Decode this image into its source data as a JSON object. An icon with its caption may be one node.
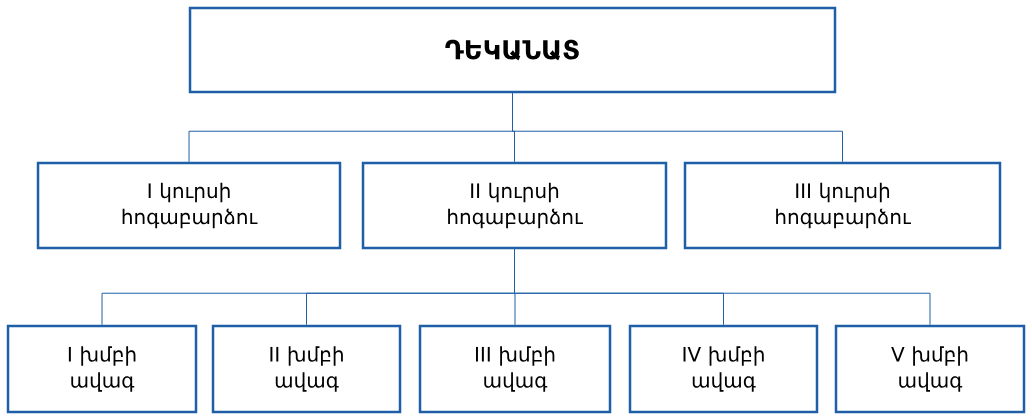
{
  "diagram": {
    "nodes": [
      {
        "text": [
          "ԴԵԿԱՆԱՏ"
        ]
      },
      {
        "text": [
          "I կուրսի հոգաբարձու"
        ]
      },
      {
        "text": [
          "II կուրսի հոգաբարձու"
        ]
      },
      {
        "text": [
          "III կուրսի հոգաբարձու"
        ]
      },
      {
        "text": [
          "I խմբի ավագ"
        ]
      },
      {
        "text": [
          "II խմբի ավագ"
        ]
      },
      {
        "text": [
          "III խմբի ավագ"
        ]
      },
      {
        "text": [
          "IV խմբի ավագ"
        ]
      },
      {
        "text": [
          "V խմբի ավագ"
        ]
      }
    ],
    "edges": [
      {
        "from": 0,
        "to": 1,
        "arrow": "none"
      },
      {
        "from": 0,
        "to": 2,
        "arrow": "none"
      },
      {
        "from": 0,
        "to": 3,
        "arrow": "none"
      },
      {
        "from": 2,
        "to": 4,
        "arrow": "none"
      },
      {
        "from": 2,
        "to": 5,
        "arrow": "none"
      },
      {
        "from": 2,
        "to": 6,
        "arrow": "none"
      },
      {
        "from": 2,
        "to": 7,
        "arrow": "none"
      },
      {
        "from": 2,
        "to": 8,
        "arrow": "none"
      }
    ]
  }
}
